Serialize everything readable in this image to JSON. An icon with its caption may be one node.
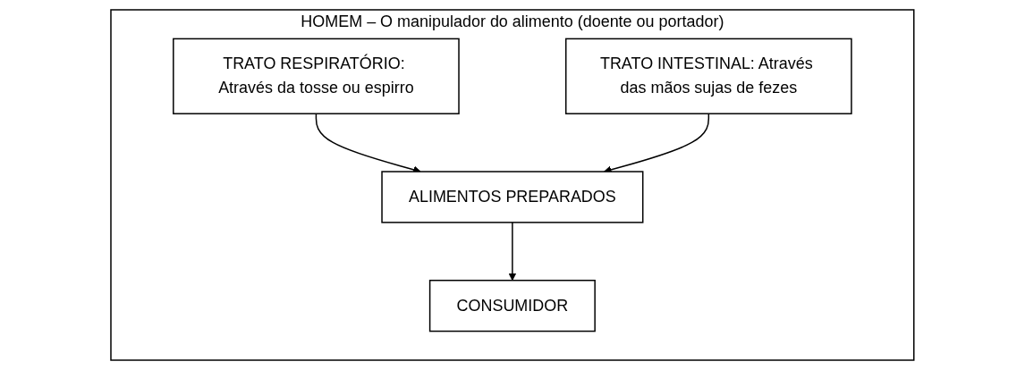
{
  "diagram": {
    "nodes": [
      {
        "text": [
          "HOMEM – O manipulador do alimento (doente ou portador)"
        ]
      },
      {
        "text": [
          "TRATO RESPIRATÓRIO: Através da tosse ou espirro"
        ],
        "in": 0
      },
      {
        "text": [
          "TRATO INTESTINAL: Através das mãos sujas de fezes"
        ],
        "in": 0
      },
      {
        "text": [
          "ALIMENTOS PREPARADOS"
        ],
        "in": 0
      },
      {
        "text": [
          "CONSUMIDOR"
        ],
        "in": 0
      }
    ],
    "edges": [
      {
        "from": 1,
        "to": 3,
        "arrow": "to"
      },
      {
        "from": 2,
        "to": 3,
        "arrow": "to"
      },
      {
        "from": 3,
        "to": 4,
        "arrow": "to"
      }
    ]
  }
}
